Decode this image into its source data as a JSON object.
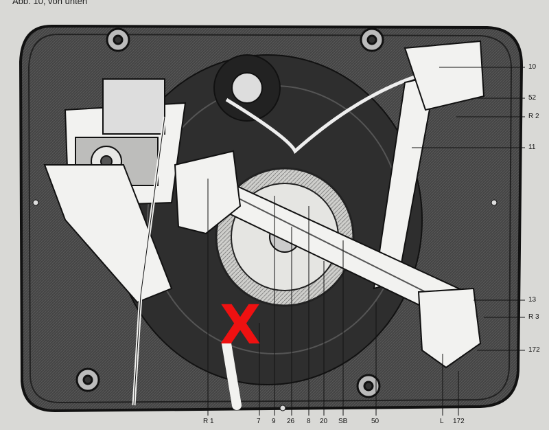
{
  "caption": "Abb. 10, von unten",
  "callouts": {
    "right": [
      "10",
      "52",
      "R 2",
      "11",
      "13",
      "R 3",
      "172"
    ],
    "bottom": [
      "R 1",
      "7",
      "9",
      "26",
      "8",
      "20",
      "SB",
      "50",
      "L",
      "172"
    ]
  },
  "mark": {
    "symbol": "X",
    "color": "#ee1111"
  },
  "colors": {
    "plate": "#3a3a3a",
    "paper": "#d9d9d6",
    "parts": "#f2f2f0"
  }
}
